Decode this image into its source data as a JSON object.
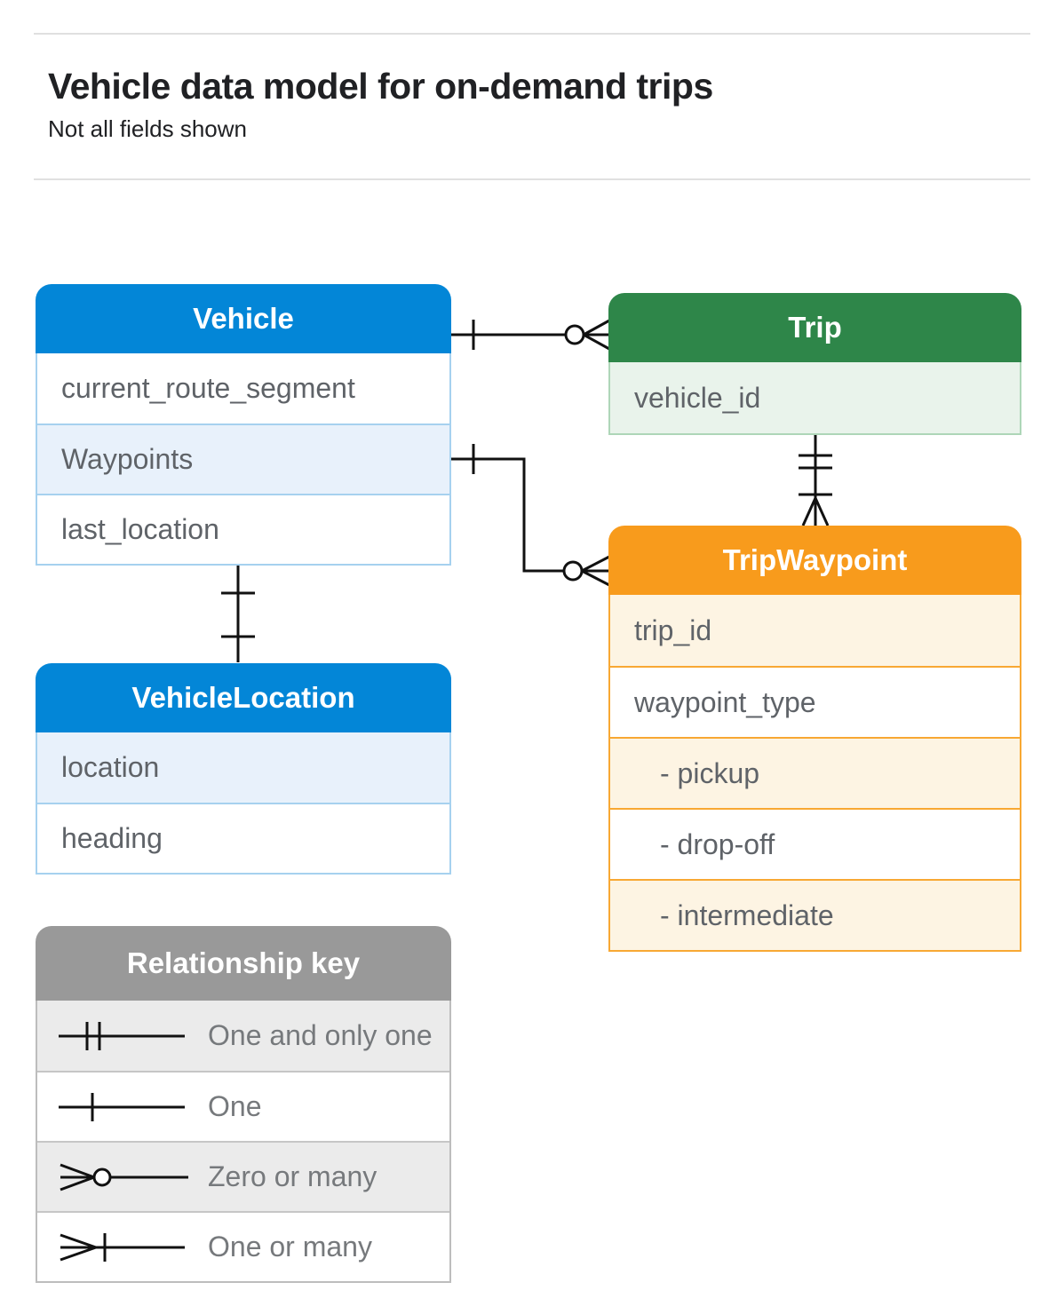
{
  "page": {
    "title": "Vehicle data model for on-demand trips",
    "subtitle": "Not all fields shown"
  },
  "entities": {
    "vehicle": {
      "title": "Vehicle",
      "fields": [
        "current_route_segment",
        "Waypoints",
        "last_location"
      ],
      "header_color": "#0386d7",
      "row_highlight_color": "#e8f1fb",
      "border_color": "#a6d1ef"
    },
    "trip": {
      "title": "Trip",
      "fields": [
        "vehicle_id"
      ],
      "header_color": "#2e8649",
      "row_highlight_color": "#e9f3eb",
      "border_color": "#aed6b8"
    },
    "trip_waypoint": {
      "title": "TripWaypoint",
      "fields": [
        "trip_id",
        "waypoint_type",
        "- pickup",
        "- drop-off",
        "- intermediate"
      ],
      "header_color": "#f89b1c",
      "row_highlight_color": "#fdf4e3",
      "border_color": "#f8a833"
    },
    "vehicle_location": {
      "title": "VehicleLocation",
      "fields": [
        "location",
        "heading"
      ],
      "header_color": "#0386d7",
      "row_highlight_color": "#e8f1fb",
      "border_color": "#a6d1ef"
    }
  },
  "legend": {
    "title": "Relationship key",
    "header_color": "#999999",
    "row_highlight_color": "#ebebeb",
    "items": [
      {
        "icon": "one-and-only-one-icon",
        "label": "One and only one"
      },
      {
        "icon": "one-icon",
        "label": "One"
      },
      {
        "icon": "zero-or-many-icon",
        "label": "Zero or many"
      },
      {
        "icon": "one-or-many-icon",
        "label": "One or many"
      }
    ]
  },
  "relationships": [
    {
      "from": "Vehicle",
      "to": "Trip",
      "from_cardinality": "one",
      "to_cardinality": "zero-or-many"
    },
    {
      "from": "Vehicle.Waypoints",
      "to": "TripWaypoint",
      "from_cardinality": "one",
      "to_cardinality": "zero-or-many"
    },
    {
      "from": "Trip",
      "to": "TripWaypoint",
      "from_cardinality": "one-and-only-one",
      "to_cardinality": "one-or-many"
    },
    {
      "from": "Vehicle.last_location",
      "to": "VehicleLocation",
      "from_cardinality": "one",
      "to_cardinality": "one"
    }
  ],
  "connector_color": "#111111",
  "text_colors": {
    "title": "#202124",
    "field": "#5f6368",
    "legend": "#76797c"
  }
}
